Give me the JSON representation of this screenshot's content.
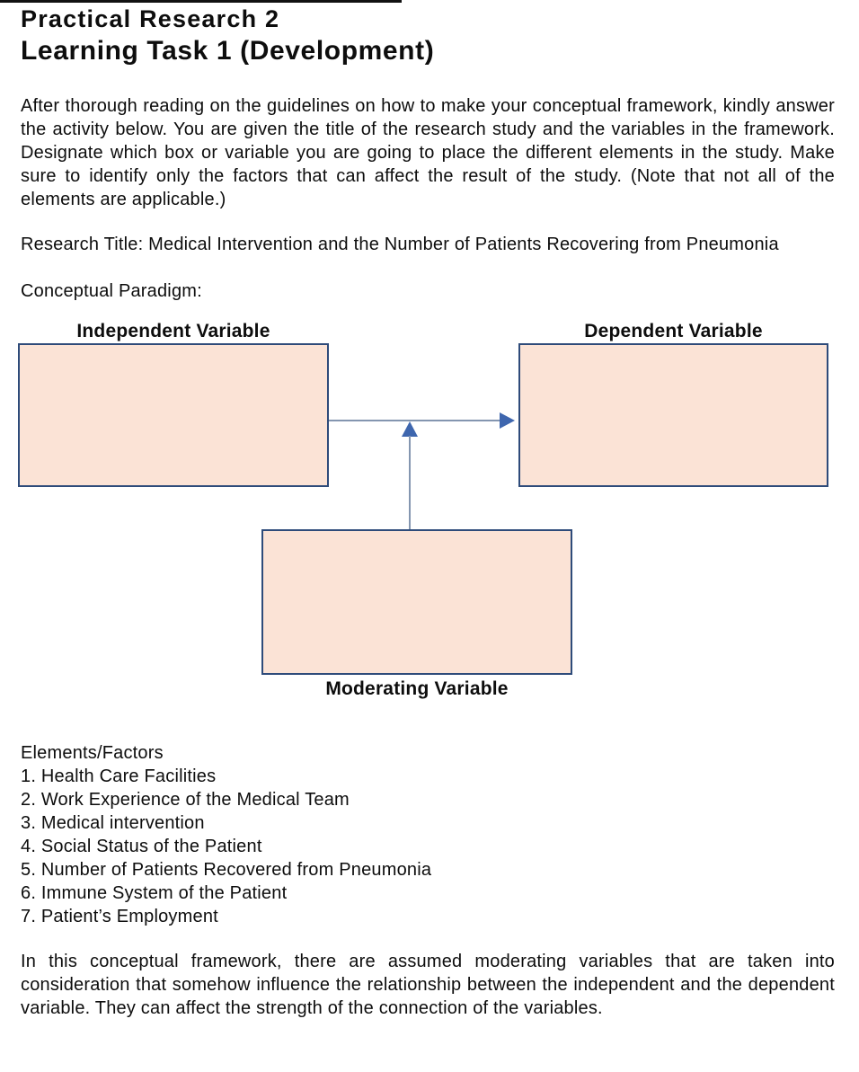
{
  "document": {
    "header": {
      "subject": "Practical Research 2",
      "title": "Learning Task 1 (Development)"
    },
    "intro": "After thorough reading on the guidelines on how to make your conceptual framework, kindly answer the activity below. You are given the title of the research study and the variables in the framework. Designate which box or variable you are going to place the different elements in the study. Make sure to identify only the factors that can affect the result of the study. (Note that not all of the elements are applicable.)",
    "research_title": "Research Title: Medical Intervention and the Number of Patients Recovering from Pneumonia",
    "paradigm_heading": "Conceptual Paradigm:",
    "closing": "In this conceptual framework, there are assumed moderating variables that are taken into consideration that somehow influence the relationship between the independent and the dependent variable. They can affect the strength of the connection of the variables."
  },
  "diagram": {
    "independent_label": "Independent Variable",
    "dependent_label": "Dependent Variable",
    "moderating_label": "Moderating Variable",
    "colors": {
      "box_fill": "#FBE3D6",
      "box_border": "#2E4B7A",
      "connector": "#8496B0",
      "arrowhead": "#3E66AE"
    }
  },
  "elements": {
    "heading": "Elements/Factors",
    "items": [
      "1. Health Care Facilities",
      "2. Work Experience of the Medical Team",
      "3. Medical intervention",
      "4. Social Status of the Patient",
      "5. Number of Patients Recovered from Pneumonia",
      "6. Immune System of the Patient",
      "7. Patient’s Employment"
    ]
  }
}
